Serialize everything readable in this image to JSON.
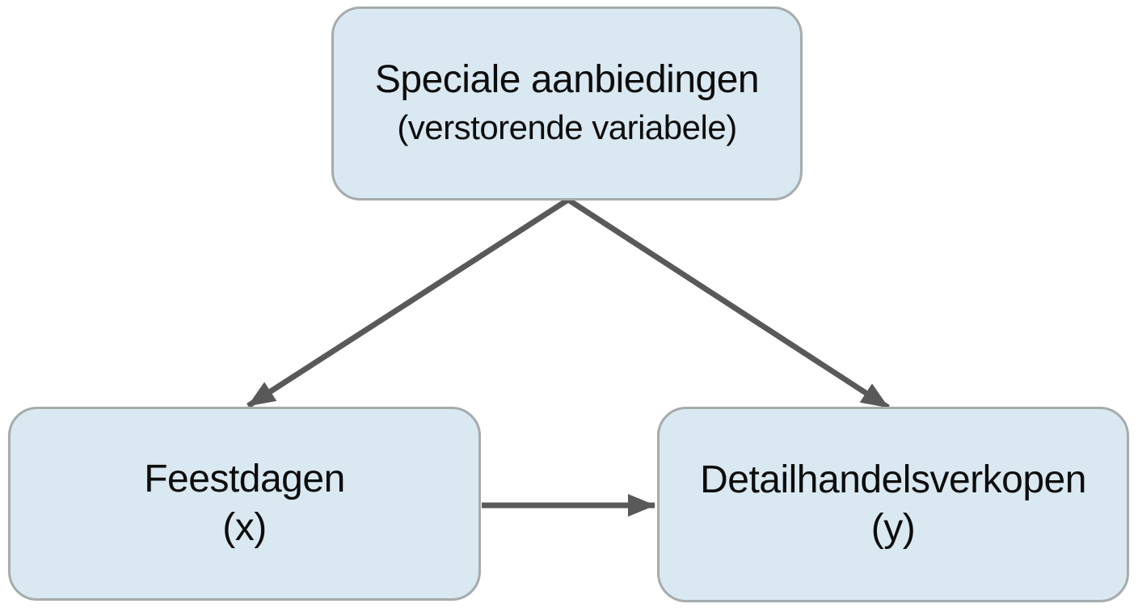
{
  "diagram": {
    "title": "confounding-variable-diagram",
    "nodes": {
      "confounder": {
        "label": "Speciale aanbiedingen",
        "sublabel": "(verstorende variabele)"
      },
      "x": {
        "label": "Feestdagen",
        "sublabel": "(x)"
      },
      "y": {
        "label": "Detailhandelsverkopen",
        "sublabel": "(y)"
      }
    },
    "edges": [
      {
        "from": "confounder",
        "to": "x"
      },
      {
        "from": "confounder",
        "to": "y"
      },
      {
        "from": "x",
        "to": "y"
      }
    ]
  },
  "colors": {
    "node-fill": "#d9e8f1",
    "node-border": "#a6abad",
    "arrow": "#595959",
    "text": "#0d0d0d",
    "background": "#ffffff"
  }
}
